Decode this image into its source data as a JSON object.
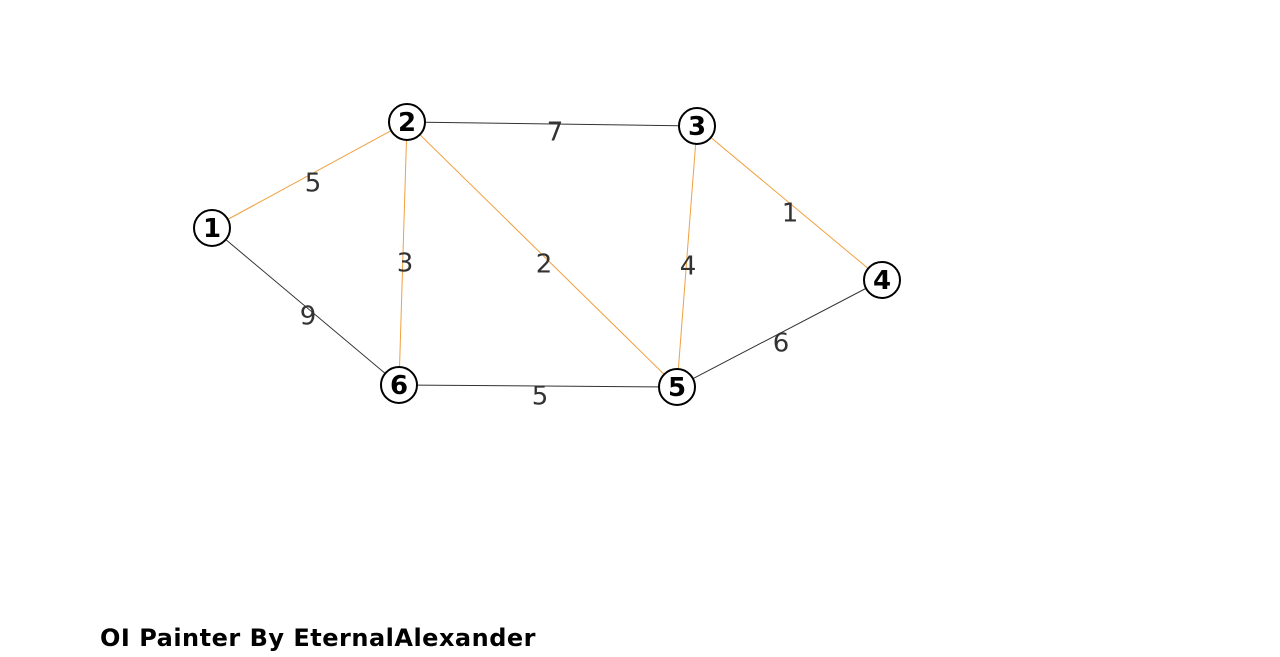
{
  "colors": {
    "highlight_edge": "#f0a040",
    "normal_edge": "#333333",
    "node_border": "#000000",
    "node_fill": "#ffffff",
    "background": "#ffffff"
  },
  "graph": {
    "nodes": [
      {
        "id": "1",
        "label": "1"
      },
      {
        "id": "2",
        "label": "2"
      },
      {
        "id": "3",
        "label": "3"
      },
      {
        "id": "4",
        "label": "4"
      },
      {
        "id": "5",
        "label": "5"
      },
      {
        "id": "6",
        "label": "6"
      }
    ],
    "edges": [
      {
        "from": "1",
        "to": "2",
        "weight": "5",
        "highlighted": true
      },
      {
        "from": "2",
        "to": "3",
        "weight": "7",
        "highlighted": false
      },
      {
        "from": "3",
        "to": "4",
        "weight": "1",
        "highlighted": true
      },
      {
        "from": "1",
        "to": "6",
        "weight": "9",
        "highlighted": false
      },
      {
        "from": "2",
        "to": "6",
        "weight": "3",
        "highlighted": true
      },
      {
        "from": "2",
        "to": "5",
        "weight": "2",
        "highlighted": true
      },
      {
        "from": "3",
        "to": "5",
        "weight": "4",
        "highlighted": true
      },
      {
        "from": "4",
        "to": "5",
        "weight": "6",
        "highlighted": false
      },
      {
        "from": "6",
        "to": "5",
        "weight": "5",
        "highlighted": false
      }
    ]
  },
  "footer": {
    "credit": "OI Painter By EternalAlexander"
  }
}
